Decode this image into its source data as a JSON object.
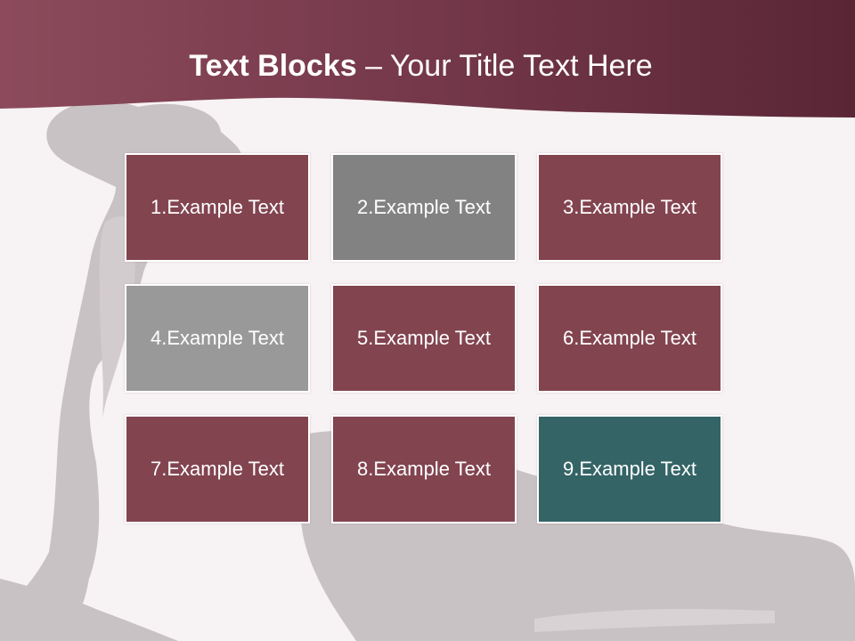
{
  "title": {
    "bold": "Text Blocks",
    "dash": " – ",
    "rest": "Your Title Text Here"
  },
  "colors": {
    "header_top": "#5e2a38",
    "header_bottom": "#8a4a5a",
    "maroon_block": "#82444f",
    "gray_block_dark": "#828282",
    "gray_block_light": "#999999",
    "teal_block": "#346466",
    "background": "#f7f2f4",
    "silhouette": "#c9c2c4"
  },
  "blocks": [
    {
      "label": "1.Example Text",
      "color": "#82444f"
    },
    {
      "label": "2.Example Text",
      "color": "#828282"
    },
    {
      "label": "3.Example Text",
      "color": "#82444f"
    },
    {
      "label": "4.Example Text",
      "color": "#999999"
    },
    {
      "label": "5.Example Text",
      "color": "#82444f"
    },
    {
      "label": "6.Example Text",
      "color": "#82444f"
    },
    {
      "label": "7.Example Text",
      "color": "#82444f"
    },
    {
      "label": "8.Example Text",
      "color": "#82444f"
    },
    {
      "label": "9.Example Text",
      "color": "#346466"
    }
  ]
}
